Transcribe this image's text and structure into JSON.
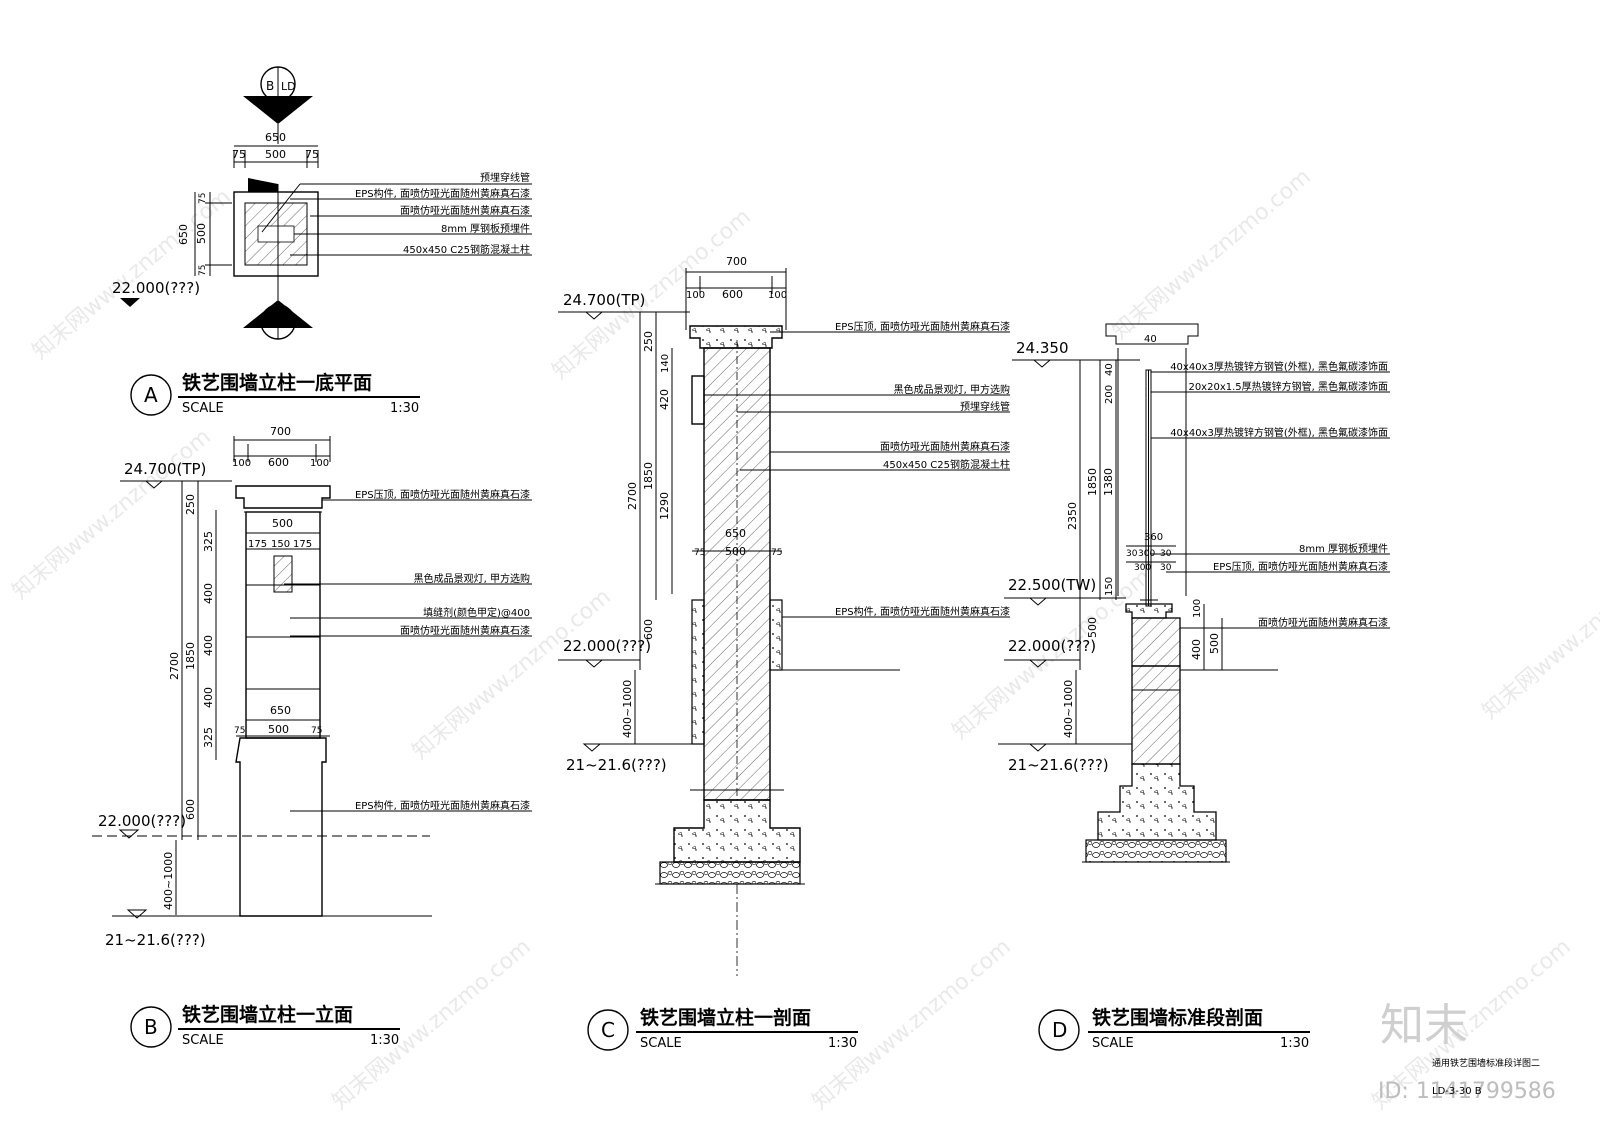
{
  "watermark": {
    "text": "知末网www.znzmo.com",
    "logo": "知末",
    "id": "ID: 1141799586"
  },
  "sheet": {
    "name": "通用铁艺围墙标准段详图二",
    "number": "LD-3-30 B"
  },
  "view_a": {
    "marker": "A",
    "title": "铁艺围墙立柱一底平面",
    "scale_label": "SCALE",
    "scale": "1:30",
    "section_b_letter": "B",
    "section_c_letter": "C",
    "section_ref": "LD",
    "level": "22.000(???)",
    "dims": {
      "overall": "650",
      "d75a": "75",
      "d500": "500",
      "d75b": "75",
      "v650": "650",
      "v75a": "75",
      "v500": "500",
      "v75b": "75"
    },
    "notes": [
      "预埋穿线管",
      "EPS构件, 面喷仿哑光面随州黄麻真石漆",
      "面喷仿哑光面随州黄麻真石漆",
      "8mm 厚钢板预埋件",
      "450x450 C25钢筋混凝土柱"
    ]
  },
  "view_b": {
    "marker": "B",
    "title": "铁艺围墙立柱一立面",
    "scale_label": "SCALE",
    "scale": "1:30",
    "levels": {
      "top": "24.700(TP)",
      "ground": "22.000(???)",
      "bottom": "21~21.6(???)"
    },
    "dims": {
      "w700": "700",
      "w100a": "100",
      "w600": "600",
      "w100b": "100",
      "w500": "500",
      "w175a": "175",
      "w150": "150",
      "w175b": "175",
      "w650": "650",
      "w75a": "75",
      "w500b": "500",
      "w75b": "75",
      "h250": "250",
      "h325a": "325",
      "h400a": "400",
      "h400b": "400",
      "h400c": "400",
      "h325b": "325",
      "h1850": "1850",
      "h2700": "2700",
      "h600": "600",
      "h400_1000": "400~1000"
    },
    "notes": [
      "EPS压顶, 面喷仿哑光面随州黄麻真石漆",
      "黑色成品景观灯, 甲方选购",
      "填缝剂(颜色甲定)@400",
      "面喷仿哑光面随州黄麻真石漆",
      "EPS构件, 面喷仿哑光面随州黄麻真石漆"
    ]
  },
  "view_c": {
    "marker": "C",
    "title": "铁艺围墙立柱一剖面",
    "scale_label": "SCALE",
    "scale": "1:30",
    "levels": {
      "top": "24.700(TP)",
      "ground": "22.000(???)",
      "bottom": "21~21.6(???)"
    },
    "dims": {
      "w700": "700",
      "w100a": "100",
      "w600": "600",
      "w100b": "100",
      "w650": "650",
      "w75a": "75",
      "w500": "500",
      "w75b": "75",
      "h250": "250",
      "h140": "140",
      "h420": "420",
      "h1290": "1290",
      "h1850": "1850",
      "h2700": "2700",
      "h600": "600",
      "h400_1000": "400~1000"
    },
    "notes": [
      "EPS压顶, 面喷仿哑光面随州黄麻真石漆",
      "黑色成品景观灯, 甲方选购",
      "预埋穿线管",
      "面喷仿哑光面随州黄麻真石漆",
      "450x450 C25钢筋混凝土柱",
      "EPS构件, 面喷仿哑光面随州黄麻真石漆"
    ]
  },
  "view_d": {
    "marker": "D",
    "title": "铁艺围墙标准段剖面",
    "scale_label": "SCALE",
    "scale": "1:30",
    "levels": {
      "top": "24.350",
      "tw": "22.500(TW)",
      "ground": "22.000(???)",
      "bottom": "21~21.6(???)"
    },
    "dims": {
      "w40": "40",
      "w300": "300",
      "w30a": "30",
      "w300b": "300",
      "w30b": "30",
      "w360": "360",
      "w30c": "30",
      "h40": "40",
      "h200": "200",
      "h1380": "1380",
      "h1850": "1850",
      "h2350": "2350",
      "h150": "150",
      "h500": "500",
      "h100": "100",
      "h400": "400",
      "h500b": "500",
      "h400_1000": "400~1000"
    },
    "notes": [
      "40x40x3厚热镀锌方钢管(外框), 黑色氟碳漆饰面",
      "20x20x1.5厚热镀锌方钢管, 黑色氟碳漆饰面",
      "40x40x3厚热镀锌方钢管(外框), 黑色氟碳漆饰面",
      "8mm 厚钢板预埋件",
      "EPS压顶, 面喷仿哑光面随州黄麻真石漆",
      "面喷仿哑光面随州黄麻真石漆"
    ]
  }
}
